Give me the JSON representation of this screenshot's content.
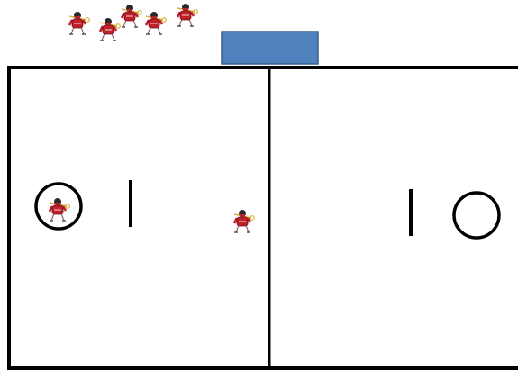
{
  "colors": {
    "background": "#ffffff",
    "field_lines": "#000000",
    "scorer_table_fill": "#4f81bd",
    "scorer_table_border": "#385d8a",
    "player_jersey": "#c0202a",
    "player_jersey_dark": "#6e0f14",
    "player_helmet": "#2a2a2a",
    "player_stick": "#d8b23a",
    "player_legs": "#e8e8e8"
  },
  "elements": {
    "field": {
      "icon": "lacrosse-field"
    },
    "scorer_table": {
      "icon": "scorer-table"
    },
    "sideline_players": {
      "count": 5,
      "icon": "lacrosse-player-icon"
    },
    "goalie": {
      "icon": "lacrosse-player-icon"
    },
    "midfield_player": {
      "icon": "lacrosse-player-icon"
    },
    "left_crease": {
      "icon": "goal-crease"
    },
    "right_crease": {
      "icon": "goal-crease"
    }
  }
}
